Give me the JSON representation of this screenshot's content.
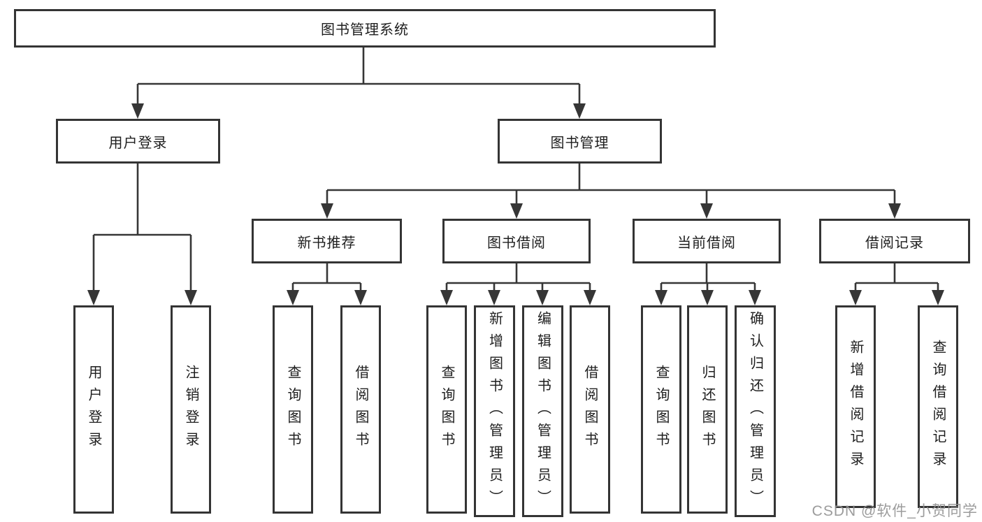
{
  "diagram": {
    "root": {
      "label": "图书管理系统"
    },
    "level2": [
      {
        "label": "用户登录"
      },
      {
        "label": "图书管理"
      }
    ],
    "level3": [
      {
        "label": "新书推荐"
      },
      {
        "label": "图书借阅"
      },
      {
        "label": "当前借阅"
      },
      {
        "label": "借阅记录"
      }
    ],
    "leaves": {
      "user_login": [
        "用户登录",
        "注销登录"
      ],
      "new_book": [
        "查询图书",
        "借阅图书"
      ],
      "book_borrow": [
        "查询图书",
        "新增图书（管理员）",
        "编辑图书（管理员）",
        "借阅图书"
      ],
      "current_borrow": [
        "查询图书",
        "归还图书",
        "确认归还（管理员）"
      ],
      "borrow_record": [
        "新增借阅记录",
        "查询借阅记录"
      ]
    }
  },
  "watermark": {
    "text": "CSDN @软件_小贺同学"
  },
  "colors": {
    "line": "#363636",
    "border": "#343434",
    "text": "#1e1e1e",
    "watermark": "#919191",
    "background": "#ffffff"
  }
}
